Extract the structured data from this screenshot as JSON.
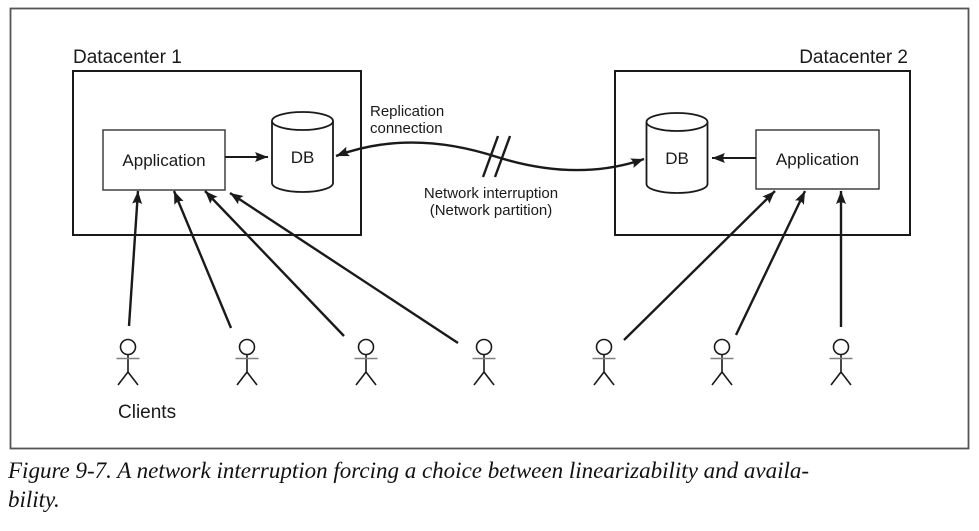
{
  "colors": {
    "stroke": "#1a1a1a",
    "outer_border": "#555555",
    "text": "#1a1a1a",
    "arm_gray": "#808080",
    "background": "#ffffff"
  },
  "diagram": {
    "datacenter1": {
      "label": "Datacenter 1",
      "application_label": "Application",
      "db_label": "DB"
    },
    "datacenter2": {
      "label": "Datacenter 2",
      "application_label": "Application",
      "db_label": "DB"
    },
    "replication": {
      "label_line1": "Replication",
      "label_line2": "connection"
    },
    "interruption": {
      "label_line1": "Network interruption",
      "label_line2": "(Network partition)"
    },
    "clients_label": "Clients",
    "client_count_left": 4,
    "client_count_right": 3
  },
  "caption": {
    "line1": "Figure 9-7. A network interruption forcing a choice between linearizability and availa-",
    "line2": "bility."
  }
}
